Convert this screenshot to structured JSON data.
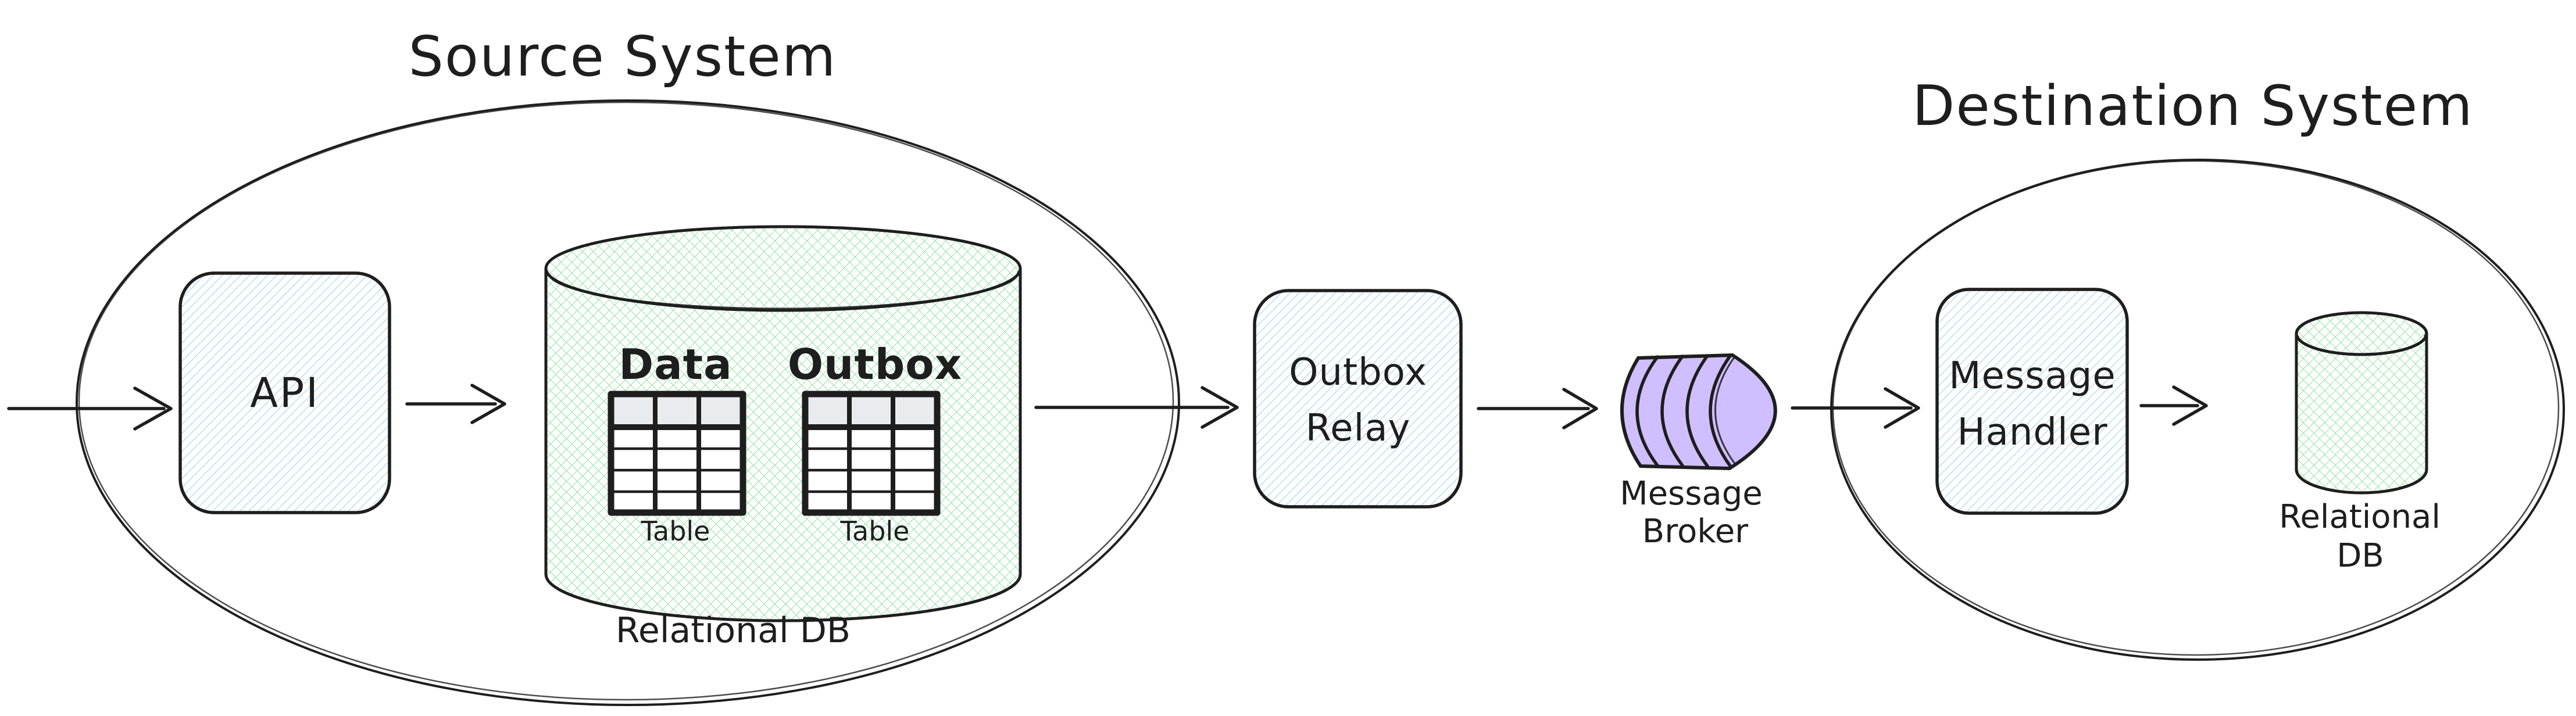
{
  "colors": {
    "ink": "#1e1e1e",
    "blue_hatch": "#a8d4f5",
    "green_hatch": "#95e6a5",
    "purple_fill": "#d0bfff",
    "table_header": "#e9ecef",
    "canvas": "#ffffff"
  },
  "source_system": {
    "title": "Source System",
    "api_label": "API",
    "db": {
      "label": "Relational DB",
      "tables": [
        {
          "title": "Data",
          "caption": "Table"
        },
        {
          "title": "Outbox",
          "caption": "Table"
        }
      ]
    }
  },
  "relay": {
    "line1": "Outbox",
    "line2": "Relay"
  },
  "broker": {
    "line1": "Message",
    "line2": "Broker"
  },
  "destination_system": {
    "title": "Destination System",
    "handler": {
      "line1": "Message",
      "line2": "Handler"
    },
    "db": {
      "line1": "Relational",
      "line2": "DB"
    }
  }
}
